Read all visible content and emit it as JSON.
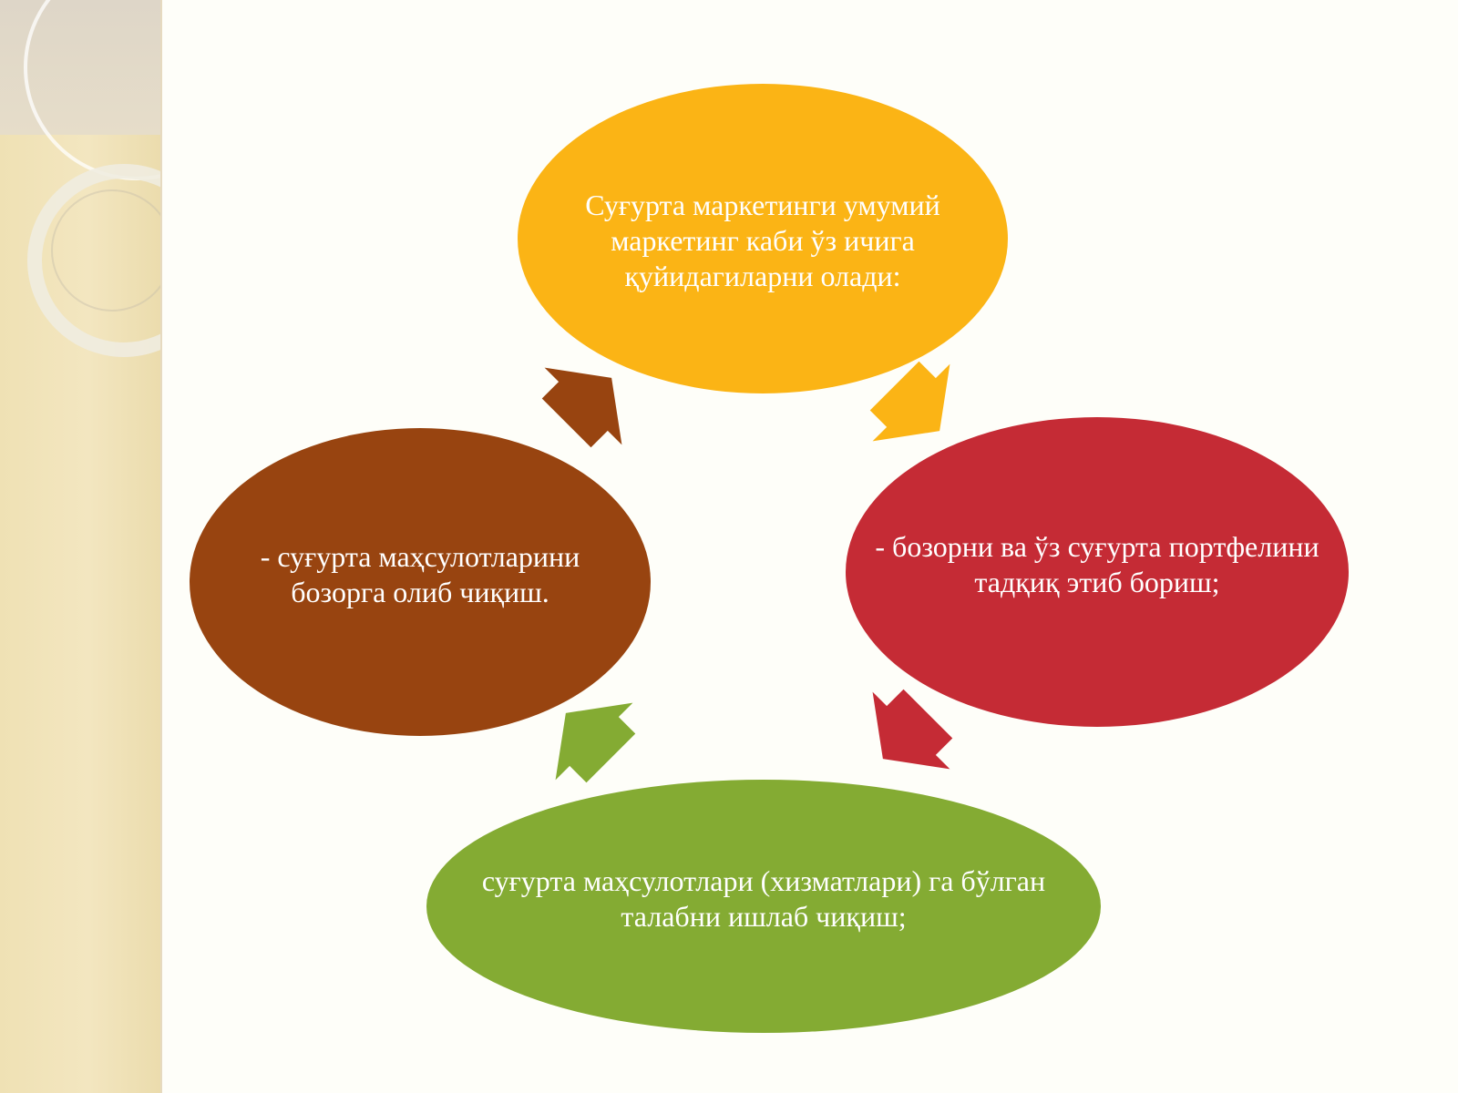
{
  "diagram": {
    "nodes": {
      "top": {
        "text": "Суғурта маркетинги умумий\nмаркетинг каби ўз ичига\nқуйидагиларни олади:",
        "color": "#fbb415"
      },
      "right": {
        "text": "- бозорни ва ўз суғурта портфелини\nтадқиқ этиб бориш;",
        "color": "#c52b35"
      },
      "bottom": {
        "text": "суғурта маҳсулотлари (хизматлари) га бўлган\nталабни ишлаб чиқиш;",
        "color": "#84ab33"
      },
      "left": {
        "text": "- суғурта маҳсулотларини\nбозорга олиб чиқиш.",
        "color": "#984410"
      }
    },
    "arrows": [
      {
        "from": "top",
        "to": "right",
        "color": "#fbb415"
      },
      {
        "from": "right",
        "to": "bottom",
        "color": "#c52b35"
      },
      {
        "from": "bottom",
        "to": "left",
        "color": "#84ab33"
      },
      {
        "from": "left",
        "to": "top",
        "color": "#984410"
      }
    ]
  }
}
